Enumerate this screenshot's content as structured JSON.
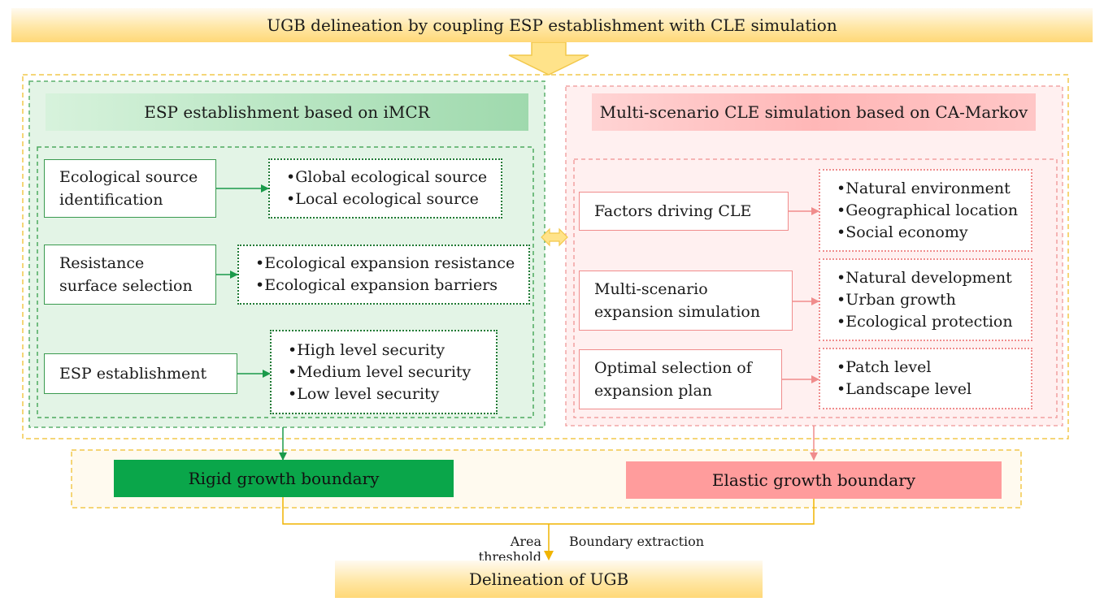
{
  "top_banner": "UGB delineation by coupling ESP establishment with CLE simulation",
  "left_panel": {
    "title": "ESP establishment based on iMCR",
    "steps": [
      {
        "label_lines": [
          "Ecological source",
          "identification"
        ],
        "items": [
          "Global ecological source",
          "Local ecological source"
        ]
      },
      {
        "label_lines": [
          "Resistance",
          "surface selection"
        ],
        "items": [
          "Ecological expansion resistance",
          "Ecological expansion barriers"
        ]
      },
      {
        "label_lines": [
          "ESP establishment"
        ],
        "items": [
          "High level security",
          "Medium level security",
          "Low level security"
        ]
      }
    ]
  },
  "right_panel": {
    "title": "Multi-scenario CLE simulation based on CA-Markov",
    "steps": [
      {
        "label_lines": [
          "Factors driving CLE"
        ],
        "items": [
          "Natural environment",
          "Geographical location",
          "Social economy"
        ]
      },
      {
        "label_lines": [
          "Multi-scenario",
          "expansion simulation"
        ],
        "items": [
          "Natural development",
          "Urban growth",
          "Ecological protection"
        ]
      },
      {
        "label_lines": [
          "Optimal selection of",
          "expansion plan"
        ],
        "items": [
          "Patch level",
          "Landscape level"
        ]
      }
    ]
  },
  "rigid_boundary": "Rigid growth boundary",
  "elastic_boundary": "Elastic growth boundary",
  "area_threshold": "Area threshold",
  "boundary_extraction": "Boundary extraction",
  "bottom_banner": "Delineation of UGB",
  "colors": {
    "gold": "#ffd877",
    "green": "#3a9a4f",
    "dark_green": "#0aa64a",
    "pink": "#f08c8c",
    "rigid_fill": "#0aa64a",
    "elastic_fill": "#ff9c9c"
  }
}
